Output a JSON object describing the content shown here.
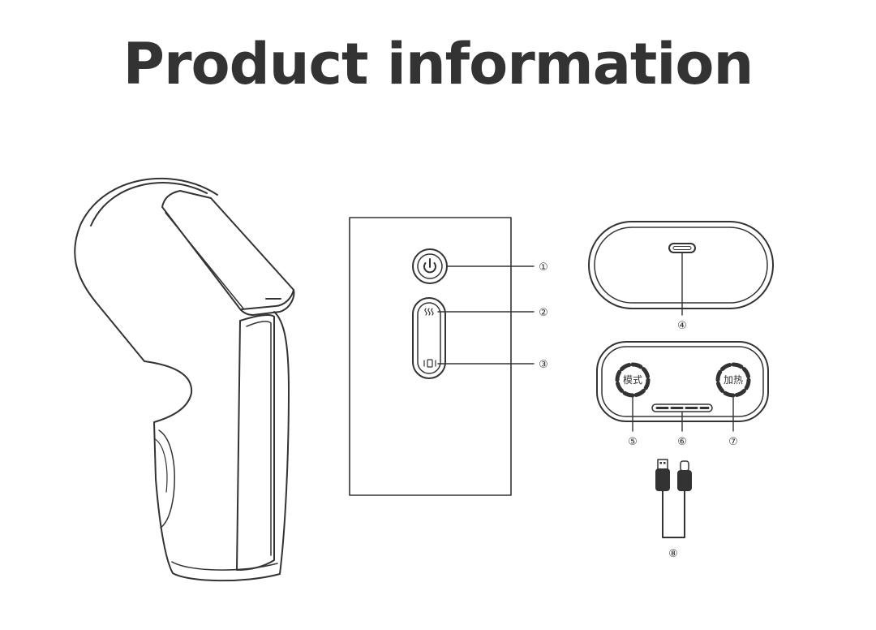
{
  "title": "Product information",
  "callouts": {
    "c1": "①",
    "c2": "②",
    "c3": "③",
    "c4": "④",
    "c5": "⑤",
    "c6": "⑥",
    "c7": "⑦",
    "c8": "⑧"
  },
  "device_buttons": {
    "mode_label": "模式",
    "heat_label": "加热"
  },
  "icons": {
    "power": "power-icon",
    "heat": "heat-waves-icon",
    "vibration": "vibration-icon",
    "usb_c_port": "usb-c-port-icon",
    "cable": "usb-cable-icon"
  },
  "colors": {
    "line": "#333333",
    "background": "#ffffff"
  }
}
